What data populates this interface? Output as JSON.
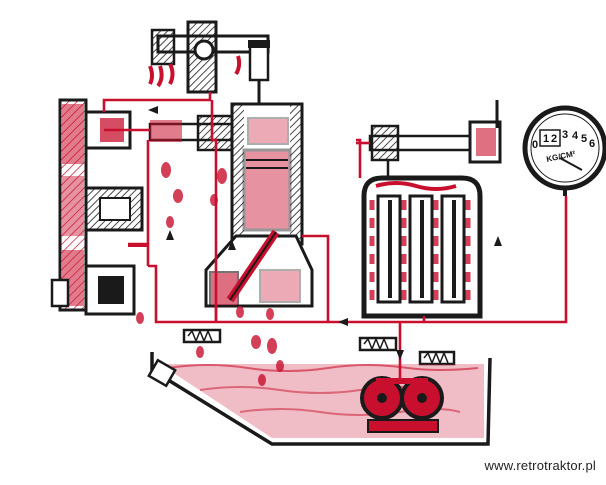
{
  "gauge": {
    "digits": [
      "0",
      "1",
      "2",
      "3",
      "4",
      "5",
      "6"
    ],
    "unit": "KG/CM²"
  },
  "watermark": "www.retrotraktor.pl",
  "colors": {
    "oil": "#c8102e",
    "oil_light": "#e88a8a",
    "ink": "#1a1a1a",
    "paper": "#ffffff"
  }
}
